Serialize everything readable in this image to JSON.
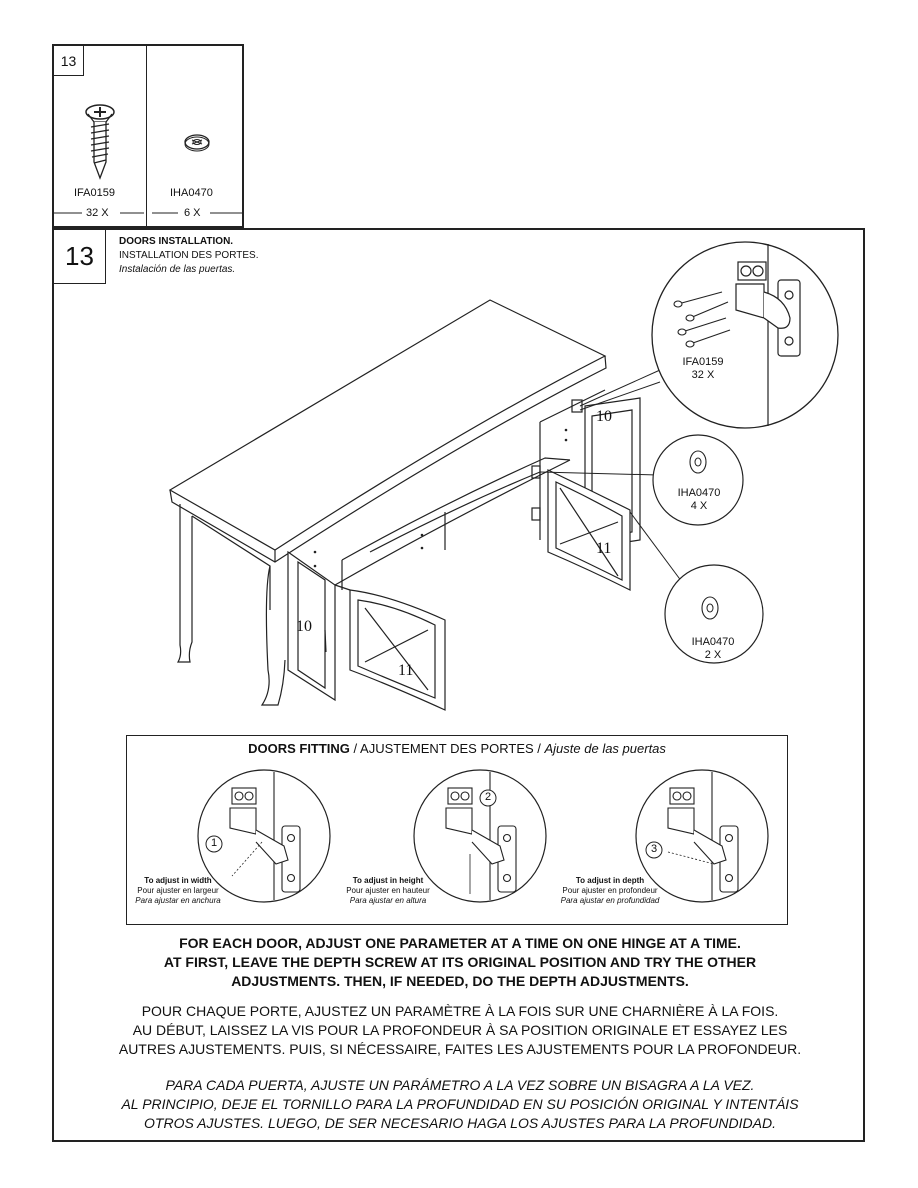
{
  "parts_step": {
    "number": "13",
    "parts": [
      {
        "code": "IFA0159",
        "qty": "32 X",
        "icon": "screw-icon"
      },
      {
        "code": "IHA0470",
        "qty": "6 X",
        "icon": "washer-icon"
      }
    ]
  },
  "step": {
    "number": "13",
    "title_en": "DOORS INSTALLATION.",
    "title_fr": "INSTALLATION DES PORTES.",
    "title_es": "Instalación de las puertas."
  },
  "callouts": {
    "screw_code": "IFA0159",
    "screw_qty": "32 X",
    "washer1_code": "IHA0470",
    "washer1_qty": "4 X",
    "washer2_code": "IHA0470",
    "washer2_qty": "2 X",
    "door_left_label": "10",
    "door_left_inner_label": "11",
    "door_right_label": "10",
    "door_right_inner_label": "11"
  },
  "fitting": {
    "title_en": "DOORS FITTING",
    "title_fr": " / AJUSTEMENT DES PORTES / ",
    "title_es": "Ajuste de las puertas",
    "panels": [
      {
        "num": "1",
        "en": "To adjust in width",
        "fr": "Pour ajuster en largeur",
        "es": "Para ajustar en anchura"
      },
      {
        "num": "2",
        "en": "To adjust in height",
        "fr": "Pour ajuster en hauteur",
        "es": "Para ajustar en altura"
      },
      {
        "num": "3",
        "en": "To adjust in depth",
        "fr": "Pour ajuster en profondeur",
        "es": "Para ajustar en profundidad"
      }
    ]
  },
  "instructions": {
    "en": [
      "FOR EACH DOOR, ADJUST ONE PARAMETER AT A TIME ON ONE HINGE AT A TIME.",
      "AT FIRST, LEAVE THE DEPTH SCREW AT ITS ORIGINAL POSITION AND TRY THE OTHER",
      "ADJUSTMENTS. THEN, IF NEEDED, DO THE DEPTH ADJUSTMENTS."
    ],
    "fr": [
      "POUR CHAQUE PORTE, AJUSTEZ UN PARAMÈTRE À LA FOIS SUR UNE CHARNIÈRE À LA FOIS.",
      "AU DÉBUT, LAISSEZ LA VIS POUR LA PROFONDEUR À SA POSITION ORIGINALE ET ESSAYEZ LES",
      "AUTRES AJUSTEMENTS. PUIS, SI NÉCESSAIRE, FAITES LES AJUSTEMENTS POUR LA PROFONDEUR."
    ],
    "es": [
      "PARA CADA PUERTA, AJUSTE UN PARÁMETRO A LA VEZ SOBRE UN BISAGRA A LA VEZ.",
      "AL PRINCIPIO, DEJE EL TORNILLO PARA LA PROFUNDIDAD EN SU POSICIÓN ORIGINAL Y INTENTÁIS",
      "OTROS AJUSTES. LUEGO, DE SER NECESARIO HAGA LOS AJUSTES PARA LA PROFUNDIDAD."
    ]
  }
}
